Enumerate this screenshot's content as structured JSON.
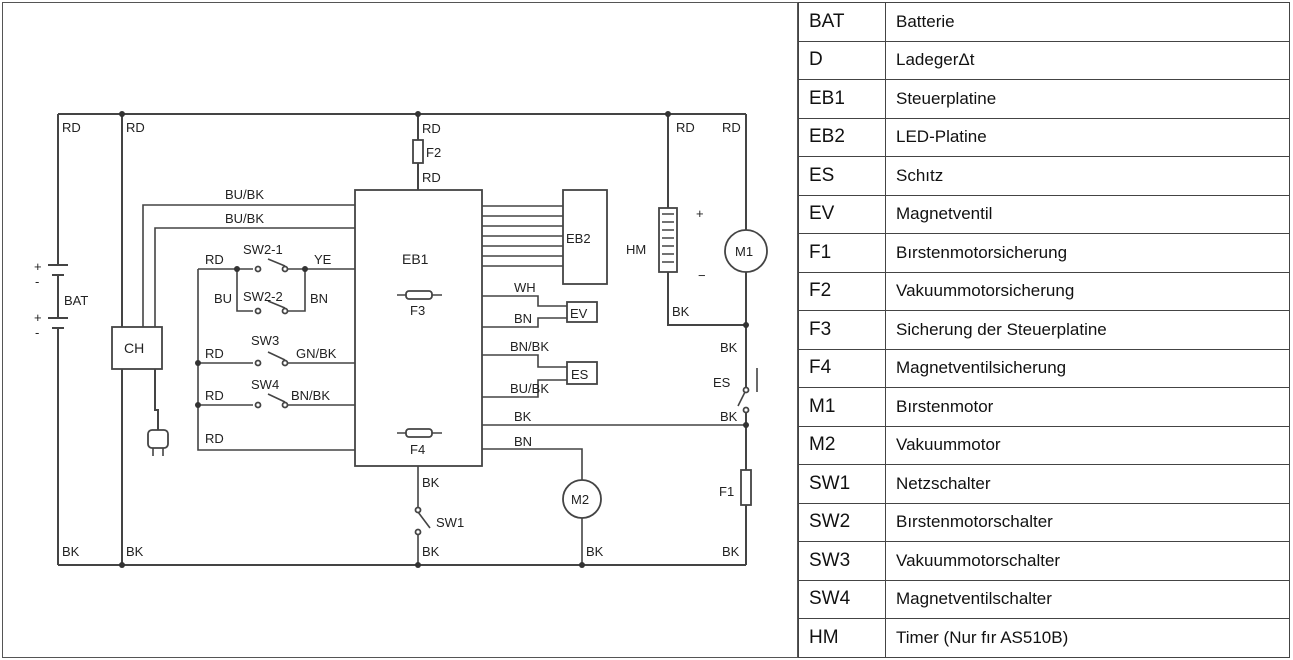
{
  "diagram": {
    "wire_labels": {
      "rd_left_outer": "RD",
      "rd_left_inner": "RD",
      "rd_f2_top": "RD",
      "f2_label": "F2",
      "rd_f2_bottom": "RD",
      "rd_right_inner": "RD",
      "rd_right_outer": "RD",
      "bu_bk_1": "BU/BK",
      "bu_bk_2": "BU/BK",
      "sw2_1_rd": "RD",
      "sw2_1": "SW2-1",
      "sw2_1_ye": "YE",
      "sw2_2_bu": "BU",
      "sw2_2": "SW2-2",
      "sw2_2_bn": "BN",
      "sw3_rd": "RD",
      "sw3": "SW3",
      "sw3_gnbk": "GN/BK",
      "sw4_rd": "RD",
      "sw4": "SW4",
      "sw4_bnbk": "BN/BK",
      "eb1_rd_bottom": "RD",
      "wh": "WH",
      "bn_ev": "BN",
      "bnbk_es": "BN/BK",
      "bubk_es": "BU/BK",
      "bk_out": "BK",
      "bn_m2": "BN",
      "bk_sw1": "BK",
      "sw1": "SW1",
      "bk_bottom_1": "BK",
      "bk_bottom_2": "BK",
      "bk_bottom_3": "BK",
      "bk_bottom_4": "BK",
      "bk_bottom_5": "BK",
      "bk_hm": "BK",
      "bk_es_top": "BK",
      "es_label": "ES",
      "bk_es_bottom": "BK",
      "f1_label": "F1",
      "hm_plus": "+",
      "hm_minus": "−",
      "bat_plus_1": "+",
      "bat_minus_1": "-",
      "bat_plus_2": "+",
      "bat_minus_2": "-"
    },
    "components": {
      "bat": "BAT",
      "ch": "CH",
      "eb1": "EB1",
      "eb2": "EB2",
      "f3": "F3",
      "f4": "F4",
      "ev": "EV",
      "es": "ES",
      "hm": "HM",
      "m1": "M1",
      "m2": "M2"
    }
  },
  "legend": [
    {
      "code": "BAT",
      "desc": "Batterie"
    },
    {
      "code": "D",
      "desc": "LadegerΔt"
    },
    {
      "code": "EB1",
      "desc": "Steuerplatine"
    },
    {
      "code": "EB2",
      "desc": "LED-Platine"
    },
    {
      "code": "ES",
      "desc": "Schıtz"
    },
    {
      "code": "EV",
      "desc": "Magnetventil"
    },
    {
      "code": "F1",
      "desc": "Bırstenmotorsicherung"
    },
    {
      "code": "F2",
      "desc": "Vakuummotorsicherung"
    },
    {
      "code": "F3",
      "desc": "Sicherung der Steuerplatine"
    },
    {
      "code": "F4",
      "desc": "Magnetventilsicherung"
    },
    {
      "code": "M1",
      "desc": "Bırstenmotor"
    },
    {
      "code": "M2",
      "desc": "Vakuummotor"
    },
    {
      "code": "SW1",
      "desc": "Netzschalter"
    },
    {
      "code": "SW2",
      "desc": "Bırstenmotorschalter"
    },
    {
      "code": "SW3",
      "desc": "Vakuummotorschalter"
    },
    {
      "code": "SW4",
      "desc": "Magnetventilschalter"
    },
    {
      "code": "HM",
      "desc": "Timer (Nur fır AS510B)"
    }
  ]
}
